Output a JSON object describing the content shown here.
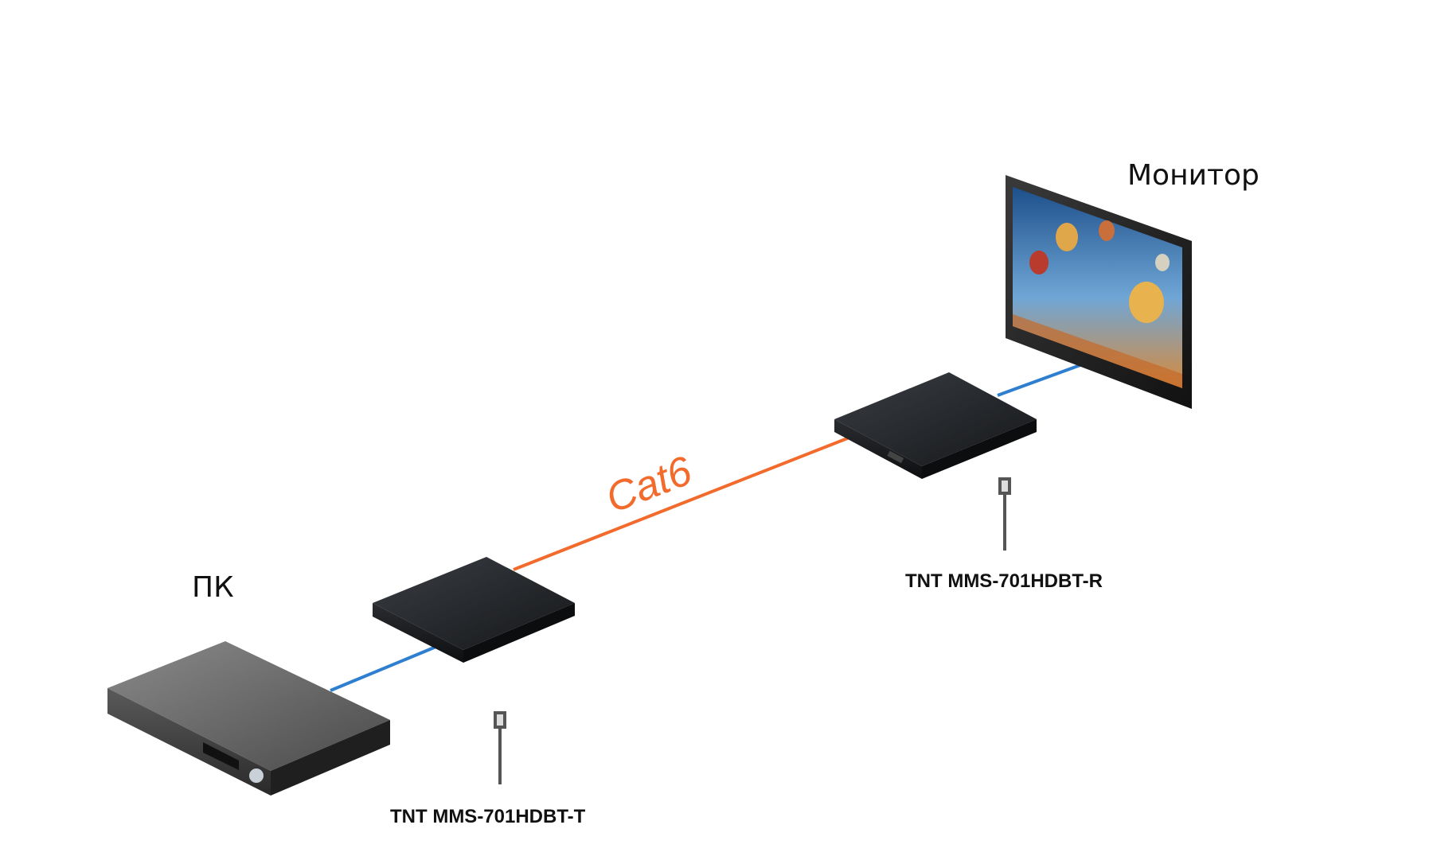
{
  "devices": {
    "pc": {
      "label": "ПК"
    },
    "monitor": {
      "label": "Монитор"
    },
    "transmitter": {
      "label": "TNT MMS-701HDBT-T"
    },
    "receiver": {
      "label": "TNT MMS-701HDBT-R"
    }
  },
  "links": {
    "cable_label": "Cat6"
  },
  "colors": {
    "hdmi_cable": "#2f7fd0",
    "cat6_cable": "#f26b2c",
    "cat6_text": "#f26b2c",
    "device_body": "#2b2d30",
    "power_plug": "#555555"
  }
}
